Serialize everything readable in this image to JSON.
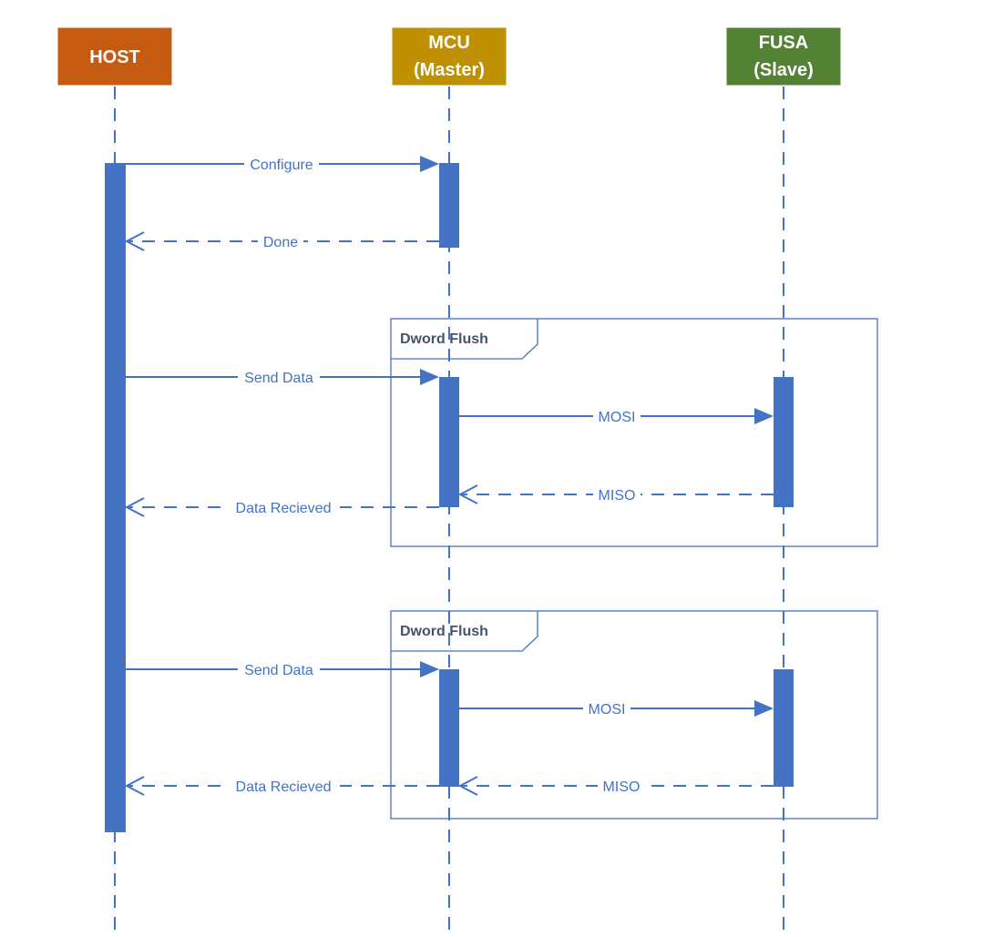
{
  "participants": {
    "host": {
      "lines": [
        "HOST"
      ],
      "color": "#c55a11"
    },
    "mcu": {
      "lines": [
        "MCU",
        "(Master)"
      ],
      "color": "#bf9000"
    },
    "fusa": {
      "lines": [
        "FUSA",
        "(Slave)"
      ],
      "color": "#548235"
    }
  },
  "line_color": "#4472c4",
  "messages": {
    "configure": "Configure",
    "done": "Done",
    "send_data_1": "Send Data",
    "mosi_1": "MOSI",
    "miso_1": "MISO",
    "data_received_1": "Data Recieved",
    "send_data_2": "Send Data",
    "mosi_2": "MOSI",
    "miso_2": "MISO",
    "data_received_2": "Data Recieved"
  },
  "frames": {
    "frame_1": "Dword Flush",
    "frame_2": "Dword Flush"
  }
}
